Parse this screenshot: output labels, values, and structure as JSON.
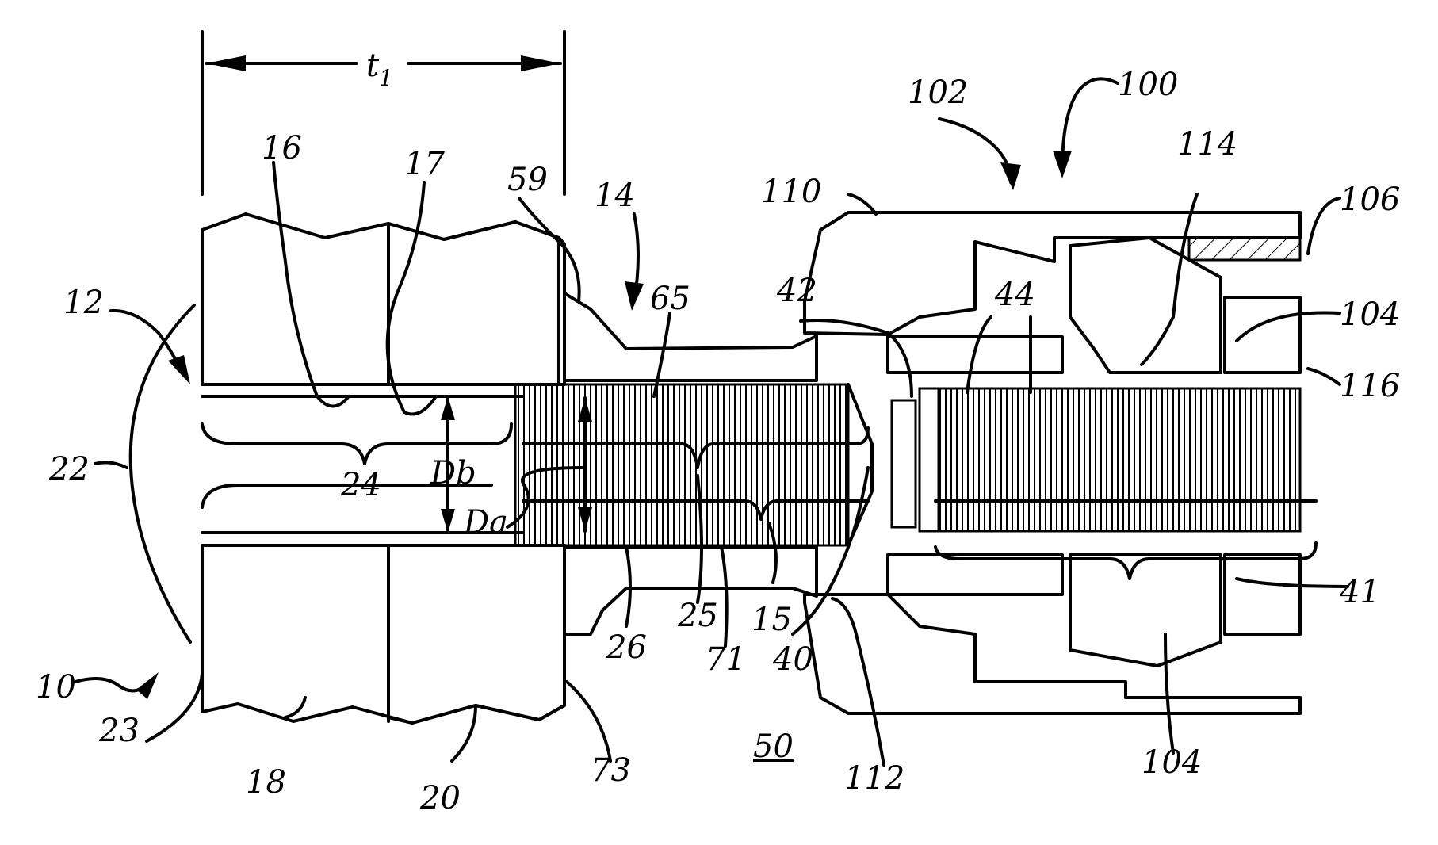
{
  "labels": {
    "t": "t",
    "t_sub": "1",
    "n10": "10",
    "n12": "12",
    "n14": "14",
    "n15": "15",
    "n16": "16",
    "n17": "17",
    "n18": "18",
    "n20": "20",
    "n22": "22",
    "n23": "23",
    "n24": "24",
    "n25": "25",
    "n26": "26",
    "n40": "40",
    "n41": "41",
    "n42": "42",
    "n44": "44",
    "n50": "50",
    "n59": "59",
    "n65": "65",
    "n71": "71",
    "n73": "73",
    "n100": "100",
    "n102": "102",
    "n104a": "104",
    "n104b": "104",
    "n106": "106",
    "n110": "110",
    "n112": "112",
    "n114": "114",
    "n116": "116",
    "Da": "Da",
    "Db": "Db"
  }
}
